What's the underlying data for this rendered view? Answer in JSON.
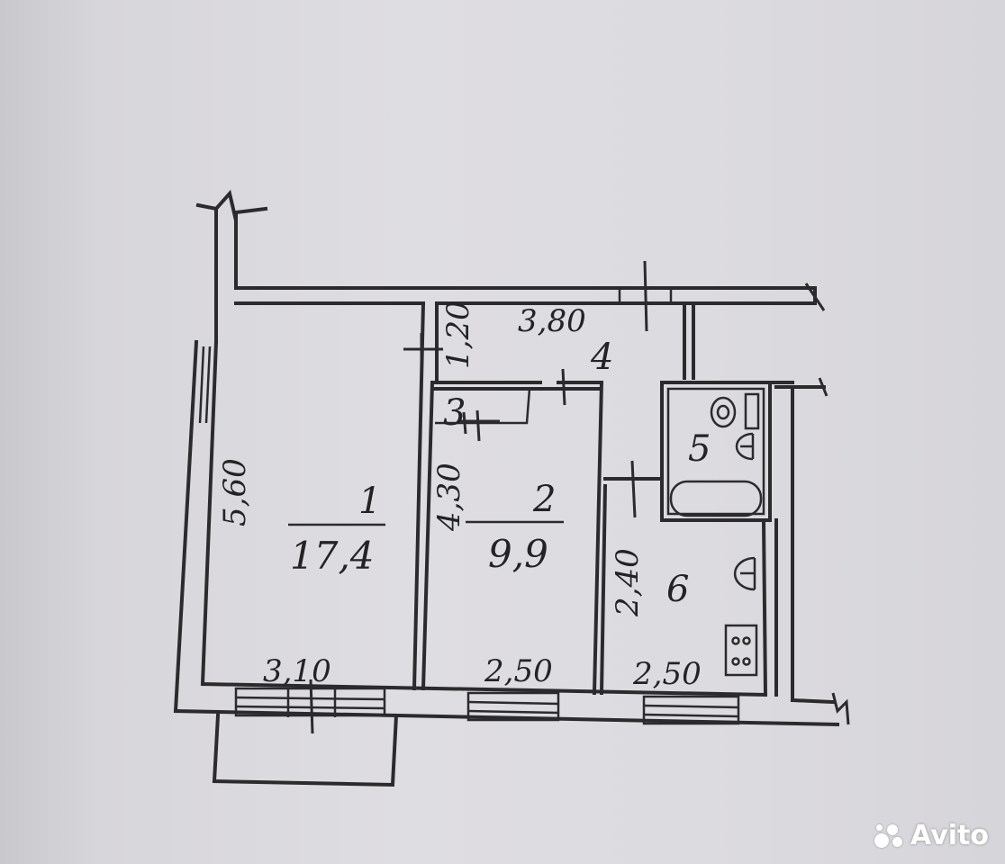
{
  "rooms": [
    {
      "number": "1",
      "area": "17,4"
    },
    {
      "number": "2",
      "area": "9,9"
    },
    {
      "number": "3"
    },
    {
      "number": "4"
    },
    {
      "number": "5"
    },
    {
      "number": "6"
    }
  ],
  "dimensions": {
    "room1_height": "5,60",
    "room1_width": "3,10",
    "room2_height": "4,30",
    "room2_width": "2,50",
    "room6_height": "2,40",
    "room6_width": "2,50",
    "corridor_width": "3,80",
    "corridor_height": "1,20"
  },
  "watermark": {
    "text": "Avito"
  }
}
